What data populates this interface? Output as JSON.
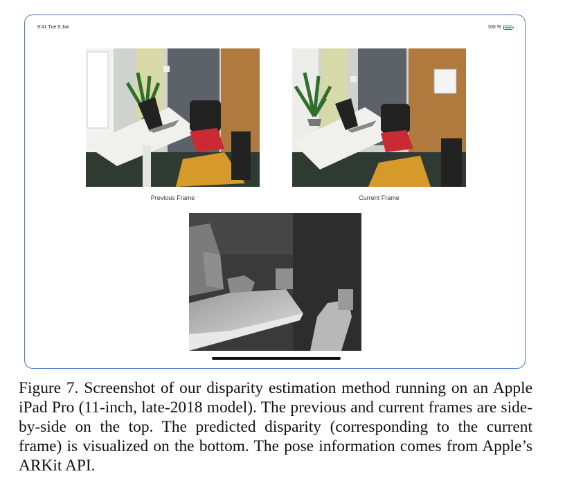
{
  "status_bar": {
    "time": "9:41  Tue 9 Jan",
    "battery": "100 %"
  },
  "frames": {
    "previous_label": "Previous Frame",
    "current_label": "Current Frame"
  },
  "caption": "Figure 7.  Screenshot of our disparity estimation method running on an Apple iPad Pro (11-inch, late-2018 model).  The previous and current frames are side-by-side on the top. The predicted disparity (corresponding to the current frame) is visualized on the bottom. The pose information comes from Apple’s ARKit API."
}
